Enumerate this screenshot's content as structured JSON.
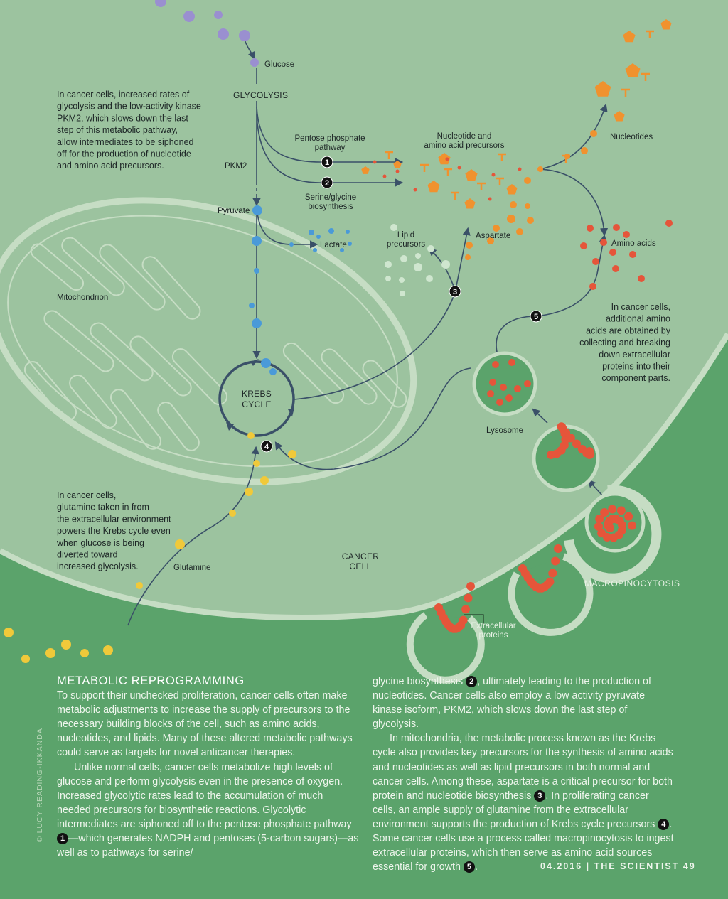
{
  "colors": {
    "cell": "#9cc39f",
    "outside": "#5ba36b",
    "membrane": "#c6ddc4",
    "arrow": "#3a5068",
    "glucose": "#9a8fd0",
    "pyruvate": "#4a9ad8",
    "precursor": "#f0922e",
    "amino": "#e5553a",
    "glutamine": "#f0c93a",
    "lipid": "#cfe6cf"
  },
  "labels": {
    "glucose": "Glucose",
    "glycolysis": "GLYCOLYSIS",
    "pkm2": "PKM2",
    "pyruvate": "Pyruvate",
    "lactate": "Lactate",
    "pentose": [
      "Pentose phosphate",
      "pathway"
    ],
    "serine": [
      "Serine/glycine",
      "biosynthesis"
    ],
    "precursors": [
      "Nucleotide and",
      "amino acid precursors"
    ],
    "nucleotides": "Nucleotides",
    "lipid": [
      "Lipid",
      "precursors"
    ],
    "aspartate": "Aspartate",
    "amino_acids": "Amino acids",
    "mitochondrion": "Mitochondrion",
    "krebs": [
      "KREBS",
      "CYCLE"
    ],
    "lysosome": "Lysosome",
    "cancer_cell": [
      "CANCER",
      "CELL"
    ],
    "glutamine": "Glutamine",
    "macropinocytosis": "MACROPINOCYTOSIS",
    "extracellular": [
      "Extracellular",
      "proteins"
    ]
  },
  "badges": [
    "1",
    "2",
    "3",
    "4",
    "5"
  ],
  "annotations": {
    "glycolysis": [
      "In cancer cells, increased rates of",
      "glycolysis and the low-activity kinase",
      "PKM2, which slows down the last",
      "step of this metabolic pathway,",
      "allow intermediates to be siphoned",
      "off for the production of nucleotide",
      "and amino acid precursors."
    ],
    "amino": [
      "In cancer cells,",
      "additional amino",
      "acids are obtained by",
      "collecting and breaking",
      "down extracellular",
      "proteins into their",
      "component parts."
    ],
    "glutamine": [
      "In cancer cells,",
      "glutamine taken in from",
      "the extracellular environment",
      "powers the Krebs cycle even",
      "when glucose is being",
      "diverted toward",
      "increased glycolysis."
    ]
  },
  "article": {
    "title": "METABOLIC REPROGRAMMING",
    "p1": "To support their unchecked proliferation, cancer cells often make metabolic adjustments to increase the supply of precursors to the necessary building blocks of the cell, such as amino acids, nucleotides, and lipids. Many of these altered metabolic pathways could serve as targets for novel anticancer therapies.",
    "p2a": "Unlike normal cells, cancer cells metabolize high levels of glucose and perform glycolysis even in the presence of oxygen. Increased glycolytic rates lead to the accumulation of much needed precursors for biosynthetic reactions. Glycolytic intermediates are siphoned off to the pentose phosphate pathway ",
    "p2b": "—which generates NADPH and pentoses (5-carbon sugars)—as well as to pathways for serine/",
    "p3a": "glycine biosynthesis ",
    "p3b": ", ultimately leading to the production of nucleotides. Cancer cells also employ a low activity pyruvate kinase isoform, PKM2, which slows down the last step of glycolysis.",
    "p4a": "In mitochondria, the metabolic process known as the Krebs cycle also provides key precursors for the synthesis of amino acids and nucleotides as well as lipid precursors in both normal and cancer cells. Among these, aspartate is a critical precursor for both protein and nucleotide biosynthesis ",
    "p4b": ". In proliferating cancer cells, an ample supply of glutamine from the extracellular environment supports the production of Krebs cycle precursors ",
    "p4c": ". Some cancer cells use a process called macropinocytosis to ingest extracellular proteins, which then serve as amino acid sources essential for growth ",
    "p4d": "."
  },
  "credit": "© LUCY READING-IKKANDA",
  "footer": "04.2016 | THE SCIENTIST 49"
}
